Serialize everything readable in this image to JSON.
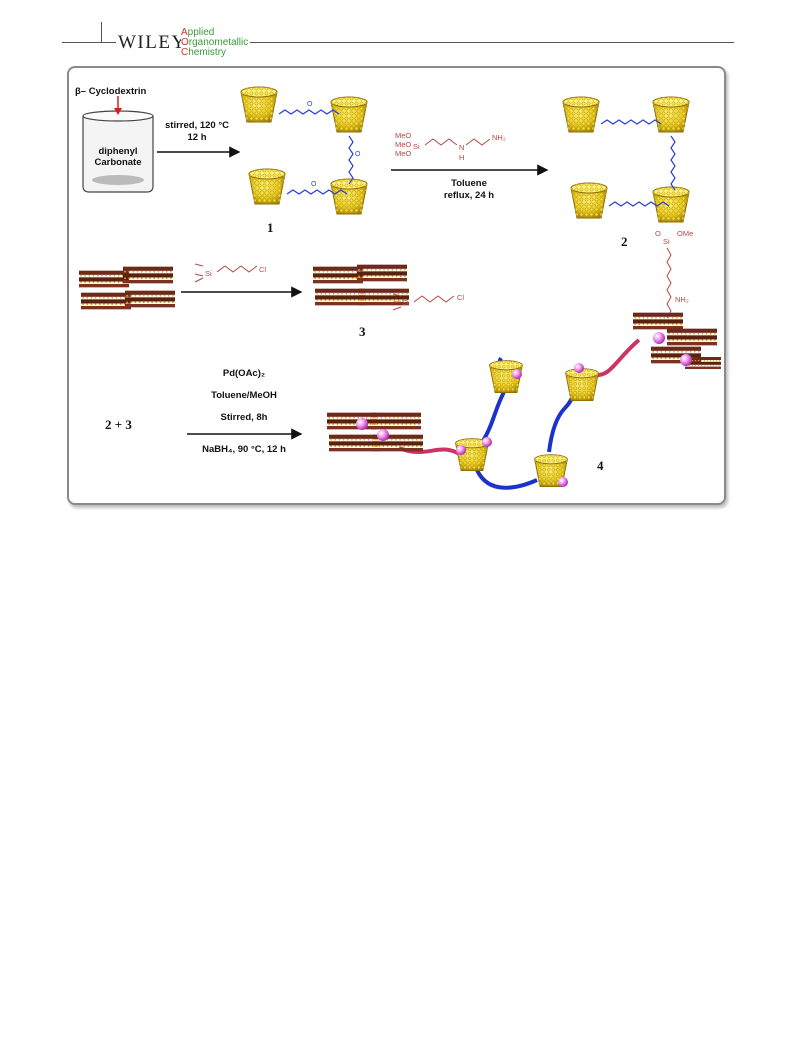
{
  "header": {
    "publisher": "WILEY",
    "journal_lines": [
      {
        "cap": "A",
        "rest": "pplied"
      },
      {
        "cap": "O",
        "rest": "rganometallic"
      },
      {
        "cap": "C",
        "rest": "hemistry"
      }
    ]
  },
  "scheme": {
    "start_label": "β– Cyclodextrin",
    "beaker_label_1": "diphenyl",
    "beaker_label_2": "Carbonate",
    "step1_cond_1": "stirred, 120 °C",
    "step1_cond_2": "12 h",
    "compound_1": "1",
    "step2_cond_1": "Toluene",
    "step2_cond_2": "reflux, 24 h",
    "compound_2": "2",
    "compound_3": "3",
    "reactants": "2  +  3",
    "step4_cond_1": "Pd(OAc)₂",
    "step4_cond_2": "Toluene/MeOH",
    "step4_cond_3": "Stirred, 8h",
    "step4_cond_4": "NaBH₄, 90 °C, 12 h",
    "compound_4": "4",
    "silane_amine": {
      "meo1": "MeO",
      "meo2": "MeO",
      "meo3": "MeO",
      "si": "Si",
      "n": "N",
      "h": "H",
      "nh2": "NH₂"
    },
    "silane_cl": {
      "si": "Si",
      "cl": "Cl"
    },
    "product2_labels": {
      "ome": "OMe",
      "si": "Si",
      "o": "O",
      "nh2": "NH₂"
    },
    "product3_labels": {
      "si": "Si",
      "cl": "Cl"
    }
  },
  "colors": {
    "cyclodextrin": "#e8c81c",
    "clay_layer": "#6b2a1a",
    "clay_dots": "#f0a020",
    "pd_particle": "#e070e0",
    "blue_linker": "#1b33cc",
    "pink_linker": "#cc3366",
    "ester_linker": "#2a3fd0",
    "silane_text": "#b04b46"
  }
}
